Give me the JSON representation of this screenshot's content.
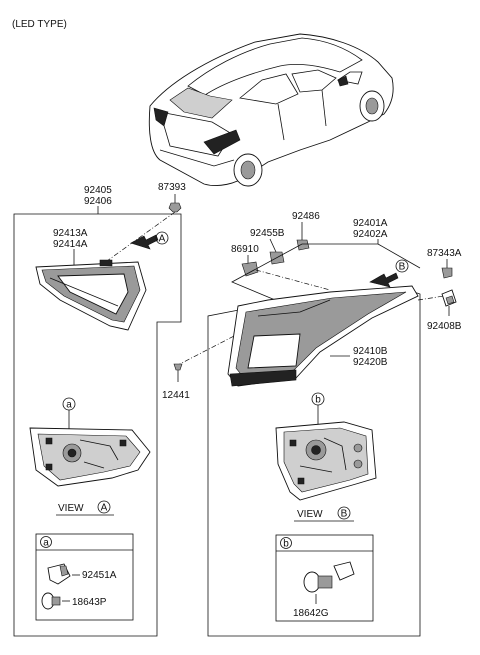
{
  "header": {
    "led_type": "(LED TYPE)"
  },
  "labels": {
    "p92405": "92405",
    "p92406": "92406",
    "p87393": "87393",
    "p92413A": "92413A",
    "p92414A": "92414A",
    "p92486": "92486",
    "p92401A": "92401A",
    "p92402A": "92402A",
    "p92455B": "92455B",
    "p86910": "86910",
    "p87343A": "87343A",
    "p92408B": "92408B",
    "p92410B": "92410B",
    "p92420B": "92420B",
    "p12441": "12441",
    "p92451A": "92451A",
    "p18643P": "18643P",
    "p18642G": "18642G"
  },
  "callouts": {
    "A": "A",
    "B": "B",
    "a": "a",
    "b": "b"
  },
  "views": {
    "view_label": "VIEW"
  }
}
